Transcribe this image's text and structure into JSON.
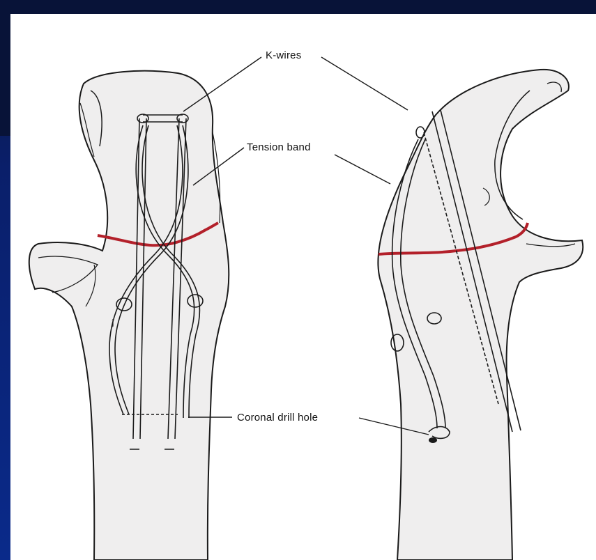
{
  "figure": {
    "labels": {
      "k_wires": "K-wires",
      "tension_band": "Tension band",
      "coronal_drill_hole": "Coronal drill hole"
    },
    "colors": {
      "slide_background": "#0a2a8a",
      "bone_fill": "#efeeee",
      "outline": "#1a1a1a",
      "fracture_line": "#b3202a"
    }
  }
}
